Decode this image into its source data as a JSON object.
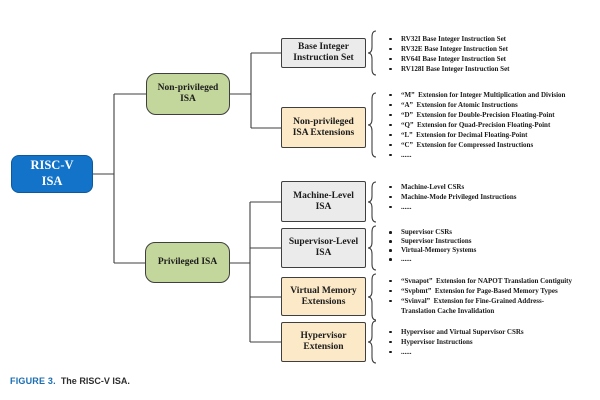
{
  "caption": {
    "label": "FIGURE 3.",
    "text": "The RISC-V ISA."
  },
  "colors": {
    "root_blue": "#1273c8",
    "branch_green": "#c3d69b",
    "leaf_gray": "#ebebeb",
    "leaf_yellow": "#fbe9c7",
    "line": "#3f3f3f",
    "caption_blue": "#1b6db3"
  },
  "nodes": {
    "root": "RISC-V\nISA",
    "nonprivileged": "Non-privileged\nISA",
    "privileged": "Privileged ISA",
    "base_integer": "Base Integer\nInstruction Set",
    "np_extensions": "Non-privileged\nISA Extensions",
    "machine_level": "Machine-Level\nISA",
    "supervisor_level": "Supervisor-Level\nISA",
    "virtual_memory": "Virtual Memory\nExtensions",
    "hypervisor": "Hypervisor\nExtension"
  },
  "bullets": {
    "base_integer": [
      "RV32I Base Integer Instruction Set",
      "RV32E Base Integer Instruction Set",
      "RV64I Base Integer Instruction Set",
      "RV128I Base Integer Instruction Set"
    ],
    "np_extensions": [
      "“M”  Extension for Integer Multiplication and Division",
      "“A”  Extension for Atomic Instructions",
      "“D”  Extension for Double-Precision Floating-Point",
      "“Q”  Extension for Quad-Precision Floating-Point",
      "“L”  Extension for Decimal Floating-Point",
      "“C”  Extension for Compressed Instructions",
      "......"
    ],
    "machine_level": [
      "Machine-Level CSRs",
      "Machine-Mode Privileged Instructions",
      "......"
    ],
    "supervisor_level": [
      "Supervisor CSRs",
      "Supervisor Instructions",
      "Virtual-Memory Systems",
      "......"
    ],
    "virtual_memory": [
      "“Svnapot”  Extension for NAPOT Translation Contiguity",
      "“Svpbmt”  Extension for Page-Based Memory Types",
      "“Svinval”  Extension for Fine-Grained Address-\nTranslation Cache Invalidation"
    ],
    "hypervisor": [
      "Hypervisor and Virtual Supervisor CSRs",
      "Hypervisor Instructions",
      "......"
    ]
  }
}
